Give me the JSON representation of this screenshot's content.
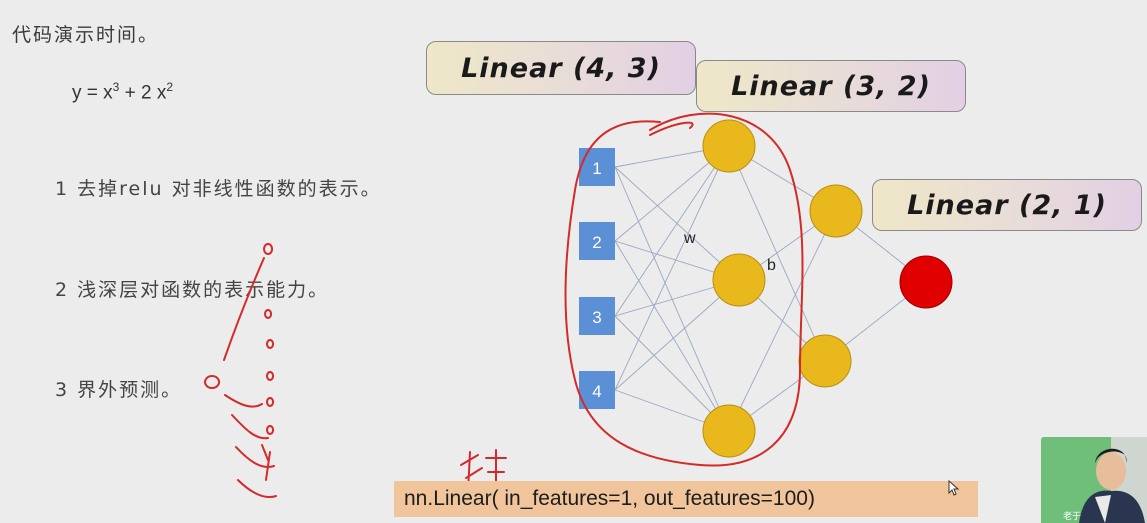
{
  "slide": {
    "title": "代码演示时间。",
    "formula_base": "y = x",
    "formula_exp1": "3",
    "formula_mid": " + 2 x",
    "formula_exp2": "2",
    "points": [
      "1 去掉relu 对非线性函数的表示。",
      "2 浅深层对函数的表示能力。",
      "3 界外预测。"
    ]
  },
  "diagram": {
    "layer_labels": [
      "Linear (4, 3)",
      "Linear (3, 2)",
      "Linear (2, 1)"
    ],
    "input_nodes": [
      "1",
      "2",
      "3",
      "4"
    ],
    "weight_label": "w",
    "bias_label": "b",
    "colors": {
      "input_node": "#5b8fd6",
      "hidden_node": "#e8b81c",
      "output_node": "#e00000",
      "edge": "#9aa8c2",
      "ink": "#d42a2a"
    }
  },
  "code": {
    "text": "nn.Linear( in_features=1, out_features=100)"
  },
  "webcam": {
    "label": "老于"
  }
}
